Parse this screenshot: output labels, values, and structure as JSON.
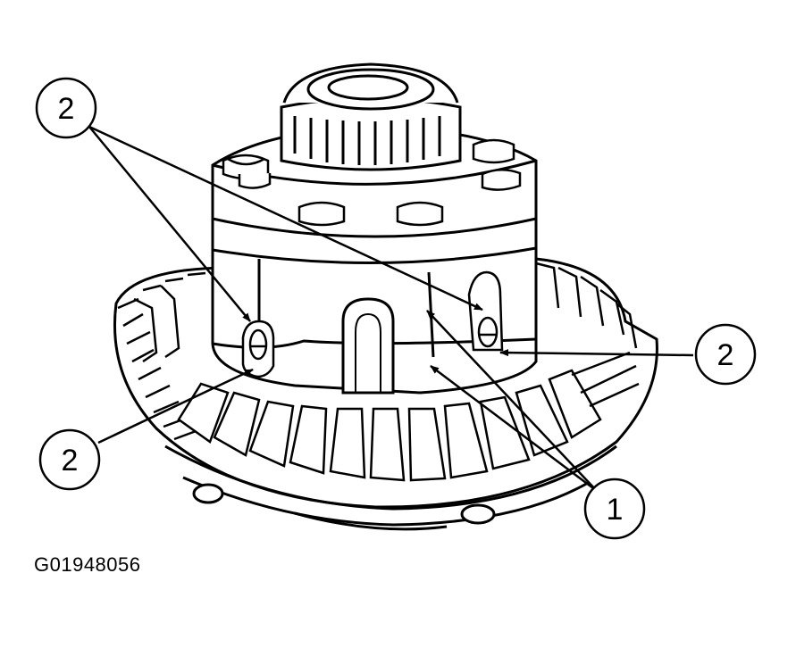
{
  "figure": {
    "id_label": "G01948056",
    "colors": {
      "ink": "#000000",
      "paper": "#ffffff"
    },
    "callouts": [
      {
        "key": "upper-left",
        "number": "2"
      },
      {
        "key": "right",
        "number": "2"
      },
      {
        "key": "lower-left",
        "number": "2"
      },
      {
        "key": "lower-right",
        "number": "1"
      }
    ]
  }
}
